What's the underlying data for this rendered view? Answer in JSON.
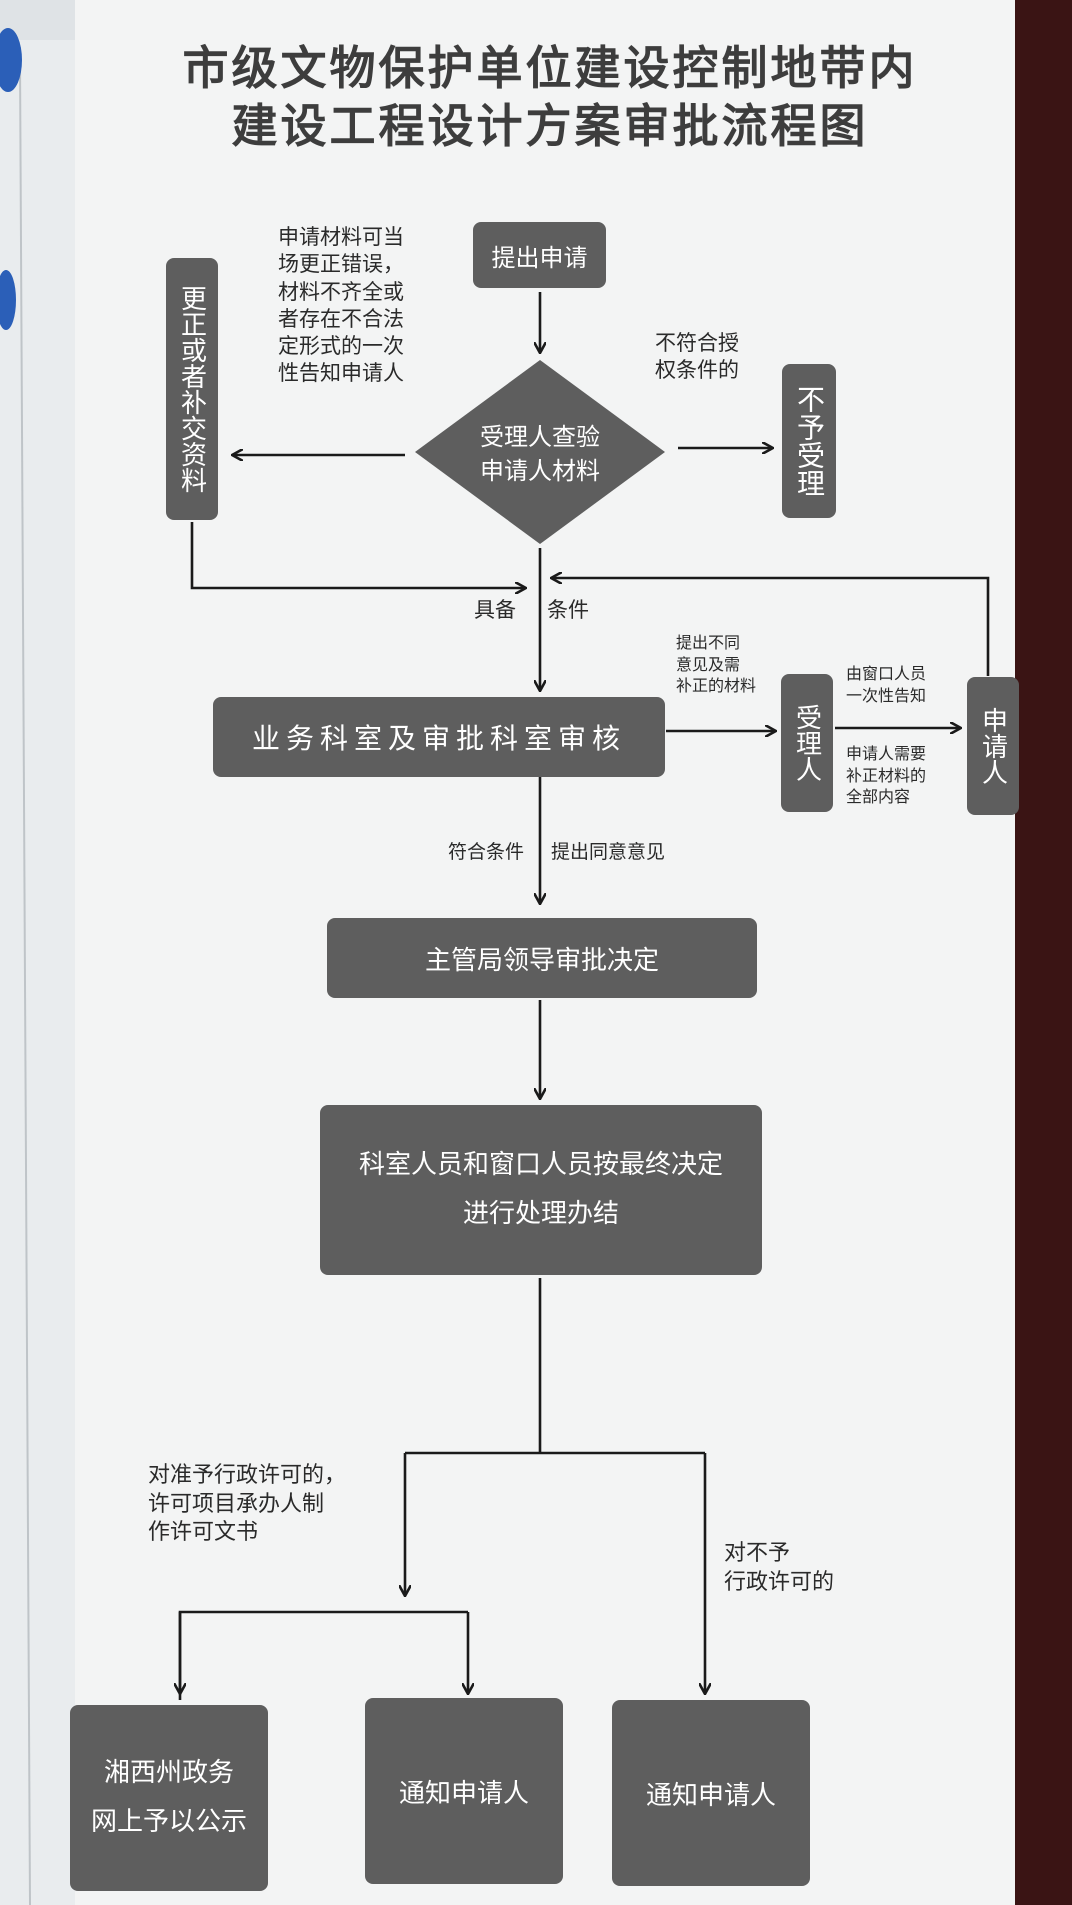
{
  "title": {
    "line1": "市级文物保护单位建设控制地带内",
    "line2": "建设工程设计方案审批流程图"
  },
  "nodes": {
    "submit": "提出申请",
    "check": "受理人查验\n申请人材料",
    "correct": "更正或者补交资料",
    "reject": "不予受理",
    "review": "业务科室及审批科室审核",
    "acceptor": "受理人",
    "applicant": "申请人",
    "decision": "主管局领导审批决定",
    "process": "科室人员和窗口人员按最终决定\n进行处理办结",
    "publish": "湘西州政务\n网上予以公示",
    "notify1": "通知申请人",
    "notify2": "通知申请人"
  },
  "labels": {
    "correct_note": "申请材料可当\n场更正错误，\n材料不齐全或\n者存在不合法\n定形式的一次\n性告知申请人",
    "reject_note": "不符合授\n权条件的",
    "meets_left": "具备",
    "meets_right": "条件",
    "diff_opinion": "提出不同\n意见及需\n补正的材料",
    "window_notify": "由窗口人员\n一次性告知",
    "supplement": "申请人需要\n补正材料的\n全部内容",
    "approve_left": "符合条件",
    "approve_right": "提出同意意见",
    "grant": "对准予行政许可的，\n许可项目承办人制\n作许可文书",
    "deny": "对不予\n行政许可的"
  },
  "colors": {
    "box": "#5e5e5e",
    "line": "#1a1a1a",
    "paper": "#f3f4f4"
  }
}
